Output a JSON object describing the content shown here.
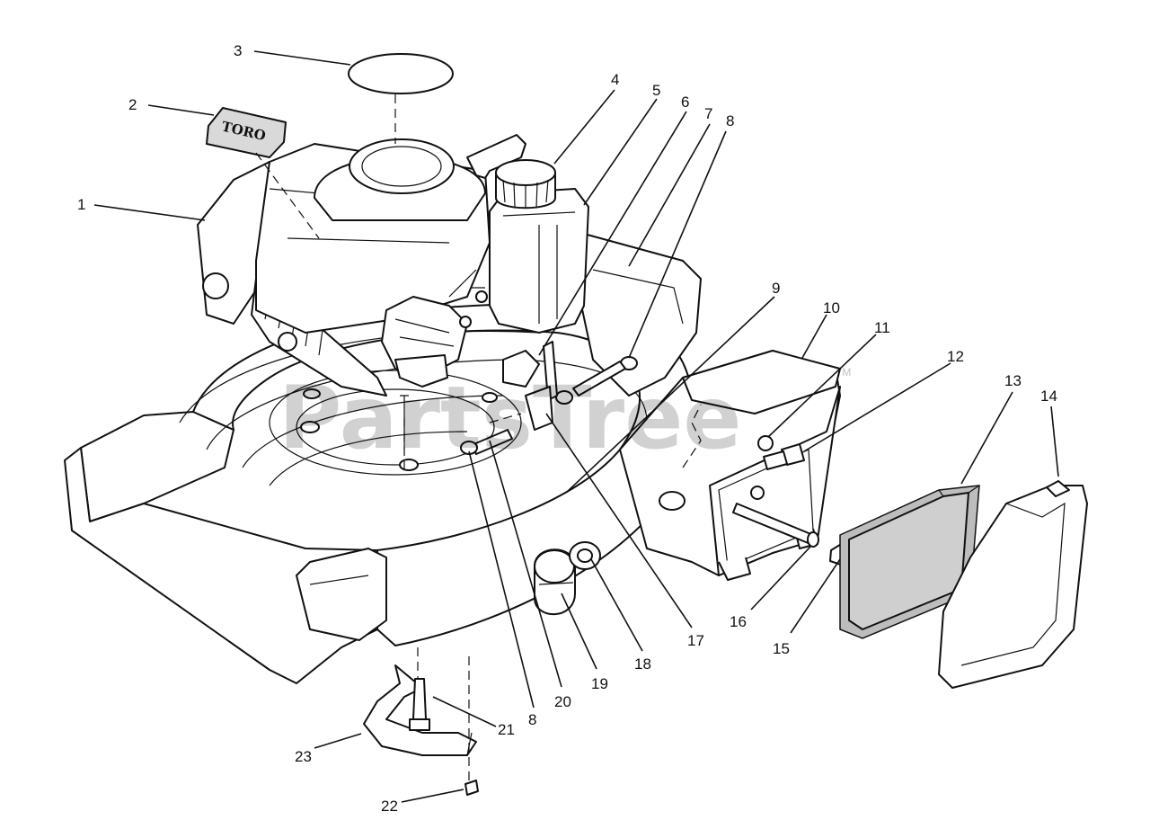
{
  "watermark": {
    "text": "PartsTree",
    "trademark": "TM"
  },
  "decal_text": "TORO",
  "callouts": {
    "c1": "1",
    "c2": "2",
    "c3": "3",
    "c4": "4",
    "c5": "5",
    "c6": "6",
    "c7": "7",
    "c8a": "8",
    "c8b": "8",
    "c9": "9",
    "c10": "10",
    "c11": "11",
    "c12": "12",
    "c13": "13",
    "c14": "14",
    "c15": "15",
    "c16": "16",
    "c17": "17",
    "c18": "18",
    "c19": "19",
    "c20": "20",
    "c21": "21",
    "c22": "22",
    "c23": "23"
  }
}
